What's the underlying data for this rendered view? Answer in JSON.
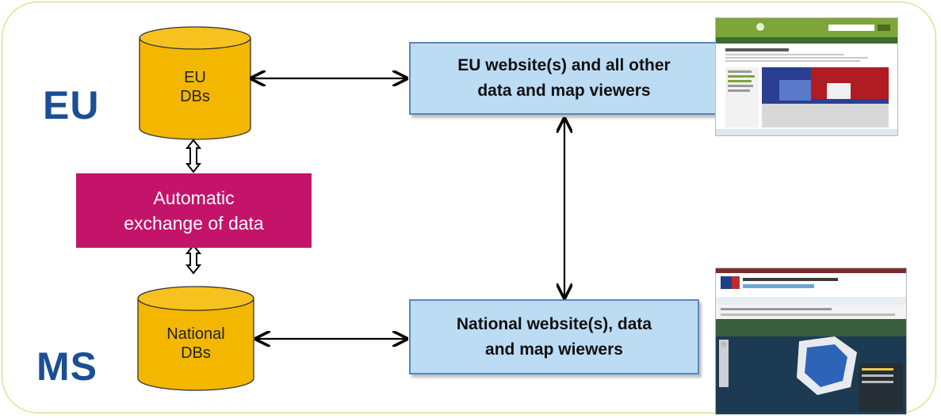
{
  "regions": {
    "eu": "EU",
    "ms": "MS"
  },
  "databases": {
    "eu": "EU\nDBs",
    "national": "National\nDBs"
  },
  "exchange_box": "Automatic\nexchange of data",
  "eu_site_box": "EU website(s) and all other\ndata and map viewers",
  "national_site_box": "National  website(s), data\nand map wiewers",
  "colors": {
    "frame": "#c9d76a",
    "cylinder": "#f3b700",
    "exchange": "#c4146a",
    "site_box": "#bcdcf4",
    "region_label": "#1a4f95"
  }
}
